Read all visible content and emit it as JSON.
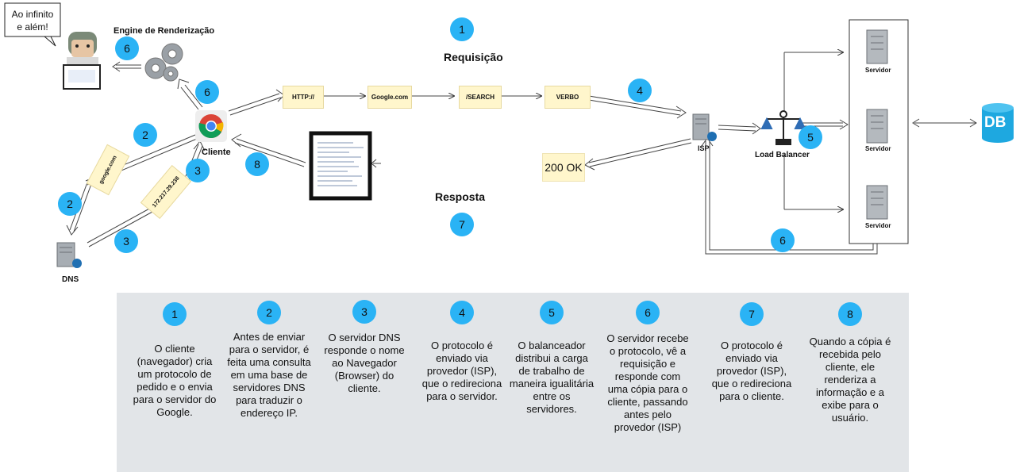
{
  "speech_bubble": "Ao infinito e além!",
  "render_engine_label": "Engine de Renderização",
  "cliente_label": "Cliente",
  "dns_label": "DNS",
  "isp_label": "ISP",
  "lb_label": "Load Balancer",
  "requisicao_label": "Requisição",
  "resposta_label": "Resposta",
  "notes": {
    "http": "HTTP://",
    "google": "Google.com",
    "search": "/SEARCH",
    "verbo": "VERBO",
    "dns_query": "google.com",
    "dns_ip": "172.217.29.238"
  },
  "ok_label": "200 OK",
  "servers": [
    "Servidor",
    "Servidor",
    "Servidor"
  ],
  "db_label": "DB",
  "diagram_badges": {
    "b1": "1",
    "b2a": "2",
    "b2b": "2",
    "b3a": "3",
    "b3b": "3",
    "b4": "4",
    "b5": "5",
    "b6a": "6",
    "b6b": "6",
    "b6c": "6",
    "b7": "7",
    "b8": "8"
  },
  "steps": [
    {
      "num": "1",
      "text": "O cliente (navegador) cria um protocolo de pedido e o envia para o servidor do Google."
    },
    {
      "num": "2",
      "text": "Antes de enviar para o servidor, é feita uma consulta em uma base de servidores DNS para traduzir o endereço IP."
    },
    {
      "num": "3",
      "text": "O servidor DNS responde o nome ao Navegador (Browser) do cliente."
    },
    {
      "num": "4",
      "text": "O protocolo é enviado via provedor (ISP), que o redireciona para o servidor."
    },
    {
      "num": "5",
      "text": "O balanceador distribui a carga de trabalho de maneira igualitária entre os servidores."
    },
    {
      "num": "6",
      "text": "O servidor recebe o protocolo, vê a requisição e responde com uma cópia para o cliente, passando antes pelo provedor (ISP)"
    },
    {
      "num": "7",
      "text": "O protocolo é enviado via provedor (ISP), que o redireciona para o cliente."
    },
    {
      "num": "8",
      "text": "Quando a cópia é recebida pelo cliente, ele renderiza a informação e a exibe para o usuário."
    }
  ]
}
